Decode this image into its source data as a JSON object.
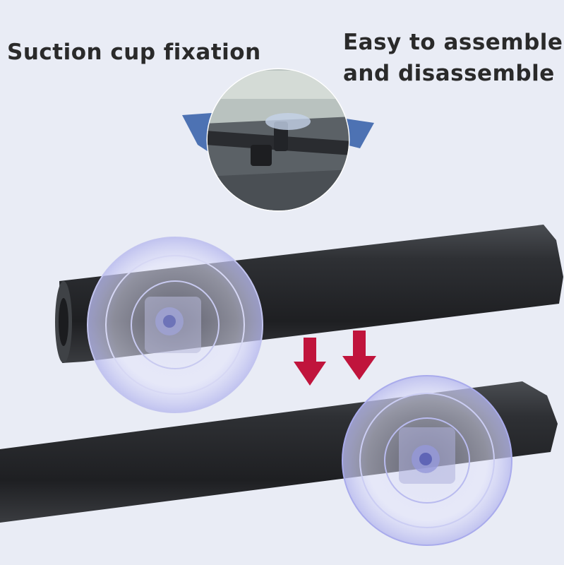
{
  "captions": {
    "left": "Suction cup fixation",
    "right_line1": "Easy to assemble",
    "right_line2": "and disassemble"
  },
  "colors": {
    "background": "#e9ecf5",
    "rod": "#2b2d31",
    "arrow": "#c0143c",
    "cup": "#c9cbf0",
    "text": "#2a2a2a"
  },
  "icons": [
    "down-arrow-icon",
    "down-arrow-icon"
  ]
}
